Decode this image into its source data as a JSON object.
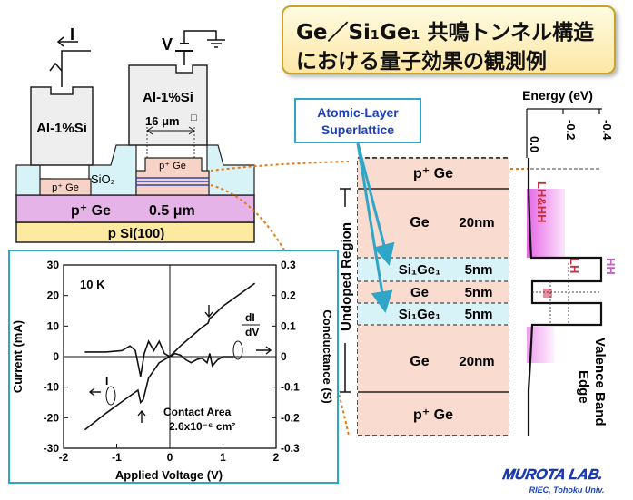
{
  "title": {
    "line1": "Ge／Si₁Ge₁ 共鳴トンネル構造",
    "line2": "における量子効果の観測例"
  },
  "device": {
    "current_label": "I",
    "voltage_label": "V",
    "electrode_left": "Al-1%Si",
    "electrode_right": "Al-1%Si",
    "mesa_width": "16 μm",
    "mesa_width_symbol": "□",
    "contact_small_left": "p⁺ Ge",
    "contact_small_right": "p⁺ Ge",
    "oxide": "SiO₂",
    "buffer_layer": "p⁺ Ge",
    "buffer_thickness": "0.5 μm",
    "substrate": "p Si(100)"
  },
  "callout": {
    "line1": "Atomic-Layer",
    "line2": "Superlattice"
  },
  "layers": {
    "top": "p⁺ Ge",
    "ge_spacer_top": "Ge",
    "ge_spacer_top_thickness": "20nm",
    "barrier_1": "Si₁Ge₁",
    "barrier_1_thickness": "5nm",
    "well": "Ge",
    "well_thickness": "5nm",
    "barrier_2": "Si₁Ge₁",
    "barrier_2_thickness": "5nm",
    "ge_spacer_bottom": "Ge",
    "ge_spacer_bottom_thickness": "20nm",
    "bottom": "p⁺ Ge",
    "undoped_label": "Undoped Region"
  },
  "energy": {
    "axis_label": "Energy (eV)",
    "ticks": [
      "0.0",
      "-0.2",
      "-0.4"
    ],
    "label_lh_hh": "LH&HH",
    "label_lh": "LH",
    "label_hh": "HH",
    "edge_line1": "Valence Band",
    "edge_line2": "Edge"
  },
  "chart_data": {
    "type": "line",
    "annotation_temp": "10 K",
    "xlabel": "Applied Voltage (V)",
    "ylabel": "Current (mA)",
    "y2label": "Conductance (S)",
    "xlim": [
      -2,
      2
    ],
    "ylim": [
      -30,
      30
    ],
    "y2lim": [
      -0.3,
      0.3
    ],
    "x_ticks": [
      "-2",
      "-1",
      "0",
      "1",
      "2"
    ],
    "y_ticks": [
      "30",
      "20",
      "10",
      "0",
      "-10",
      "-20",
      "-30"
    ],
    "y2_ticks": [
      "0.3",
      "0.2",
      "0.1",
      "0",
      "-0.1",
      "-0.2",
      "-0.3"
    ],
    "series_labels": {
      "current": "I",
      "conductance_top": "dI",
      "conductance_bottom": "dV"
    },
    "contact_area_line1": "Contact Area",
    "contact_area_line2": "2.6x10⁻⁶ cm²",
    "series": [
      {
        "axis": "left",
        "x": [
          -1.6,
          -1.2,
          -0.8,
          -0.6,
          -0.55,
          -0.5,
          -0.4,
          -0.2,
          0.0,
          0.2,
          0.4,
          0.6,
          0.72,
          0.75,
          0.8,
          1.0,
          1.2,
          1.4,
          1.6
        ],
        "y": [
          -24,
          -18.5,
          -13.5,
          -11,
          -15,
          -14,
          -7,
          -2,
          0,
          3.5,
          6.5,
          9.5,
          11,
          12.5,
          13.2,
          16.5,
          19,
          21.5,
          24
        ]
      },
      {
        "axis": "right",
        "x": [
          -1.6,
          -1.2,
          -1.0,
          -0.9,
          -0.75,
          -0.65,
          -0.55,
          -0.48,
          -0.4,
          -0.3,
          -0.2,
          -0.1,
          0.0,
          0.1,
          0.2,
          0.3,
          0.4,
          0.5,
          0.6,
          0.7,
          0.75,
          0.8,
          0.9,
          1.0,
          1.1,
          1.2
        ],
        "y": [
          0.015,
          0.015,
          0.018,
          0.02,
          0.035,
          0.02,
          -0.065,
          0.01,
          0.05,
          0.02,
          0.05,
          0.01,
          0.0,
          0.01,
          0.005,
          -0.01,
          -0.02,
          -0.01,
          -0.005,
          -0.02,
          0.01,
          -0.03,
          -0.01,
          0.0,
          0.0,
          0.0
        ]
      }
    ]
  },
  "lab": {
    "name": "MUROTA LAB.",
    "affiliation": "RIEC, Tohoku Univ."
  }
}
